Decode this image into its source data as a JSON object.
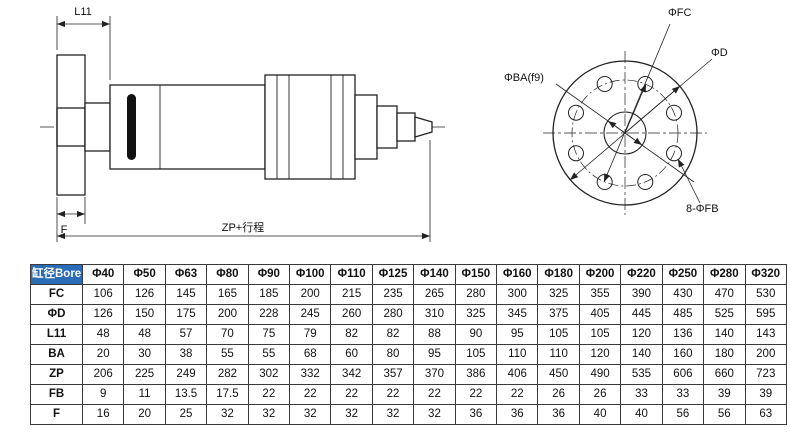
{
  "drawing": {
    "side_view": {
      "dim_l11": "L11",
      "dim_f": "F",
      "dim_zp": "ZP+行程"
    },
    "front_view": {
      "label_fc": "ΦFC",
      "label_ba": "ΦBA(f9)",
      "label_d": "ΦD",
      "label_fb": "8-ΦFB"
    }
  },
  "table": {
    "header_label": "缸径Bore",
    "header_bg": "#2a6cb5",
    "columns": [
      "Φ40",
      "Φ50",
      "Φ63",
      "Φ80",
      "Φ90",
      "Φ100",
      "Φ110",
      "Φ125",
      "Φ140",
      "Φ150",
      "Φ160",
      "Φ180",
      "Φ200",
      "Φ220",
      "Φ250",
      "Φ280",
      "Φ320"
    ],
    "rows": [
      {
        "label": "FC",
        "values": [
          106,
          126,
          145,
          165,
          185,
          200,
          215,
          235,
          265,
          280,
          300,
          325,
          355,
          390,
          430,
          470,
          530
        ]
      },
      {
        "label": "ΦD",
        "values": [
          126,
          150,
          175,
          200,
          228,
          245,
          260,
          280,
          310,
          325,
          345,
          375,
          405,
          445,
          485,
          525,
          595
        ]
      },
      {
        "label": "L11",
        "values": [
          48,
          48,
          57,
          70,
          75,
          79,
          82,
          82,
          88,
          90,
          95,
          105,
          105,
          120,
          136,
          140,
          143
        ]
      },
      {
        "label": "BA",
        "values": [
          20,
          30,
          38,
          55,
          55,
          68,
          60,
          80,
          95,
          105,
          110,
          110,
          120,
          140,
          160,
          180,
          200
        ]
      },
      {
        "label": "ZP",
        "values": [
          206,
          225,
          249,
          282,
          302,
          332,
          342,
          357,
          370,
          386,
          406,
          450,
          490,
          535,
          606,
          660,
          723
        ]
      },
      {
        "label": "FB",
        "values": [
          9,
          11,
          13.5,
          17.5,
          22,
          22,
          22,
          22,
          22,
          22,
          22,
          26,
          26,
          33,
          33,
          39,
          39
        ]
      },
      {
        "label": "F",
        "values": [
          16,
          20,
          25,
          32,
          32,
          32,
          32,
          32,
          32,
          36,
          36,
          36,
          40,
          40,
          56,
          56,
          63
        ]
      }
    ]
  }
}
